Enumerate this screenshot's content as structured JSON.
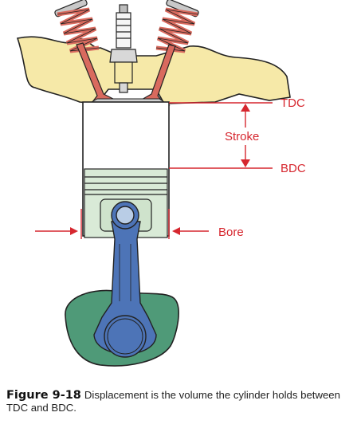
{
  "labels": {
    "tdc": "TDC",
    "stroke": "Stroke",
    "bdc": "BDC",
    "bore": "Bore"
  },
  "caption": {
    "figure": "Figure 9-18",
    "text": "Displacement is the volume the cylinder holds between TDC and BDC."
  },
  "colors": {
    "accent": "#d6272f",
    "cylinder_head": "#f6e9a8",
    "crankcase": "#4f9a78",
    "connecting_rod": "#4d74b7",
    "piston": "#d9ead7",
    "spring": "#d96a5e"
  }
}
